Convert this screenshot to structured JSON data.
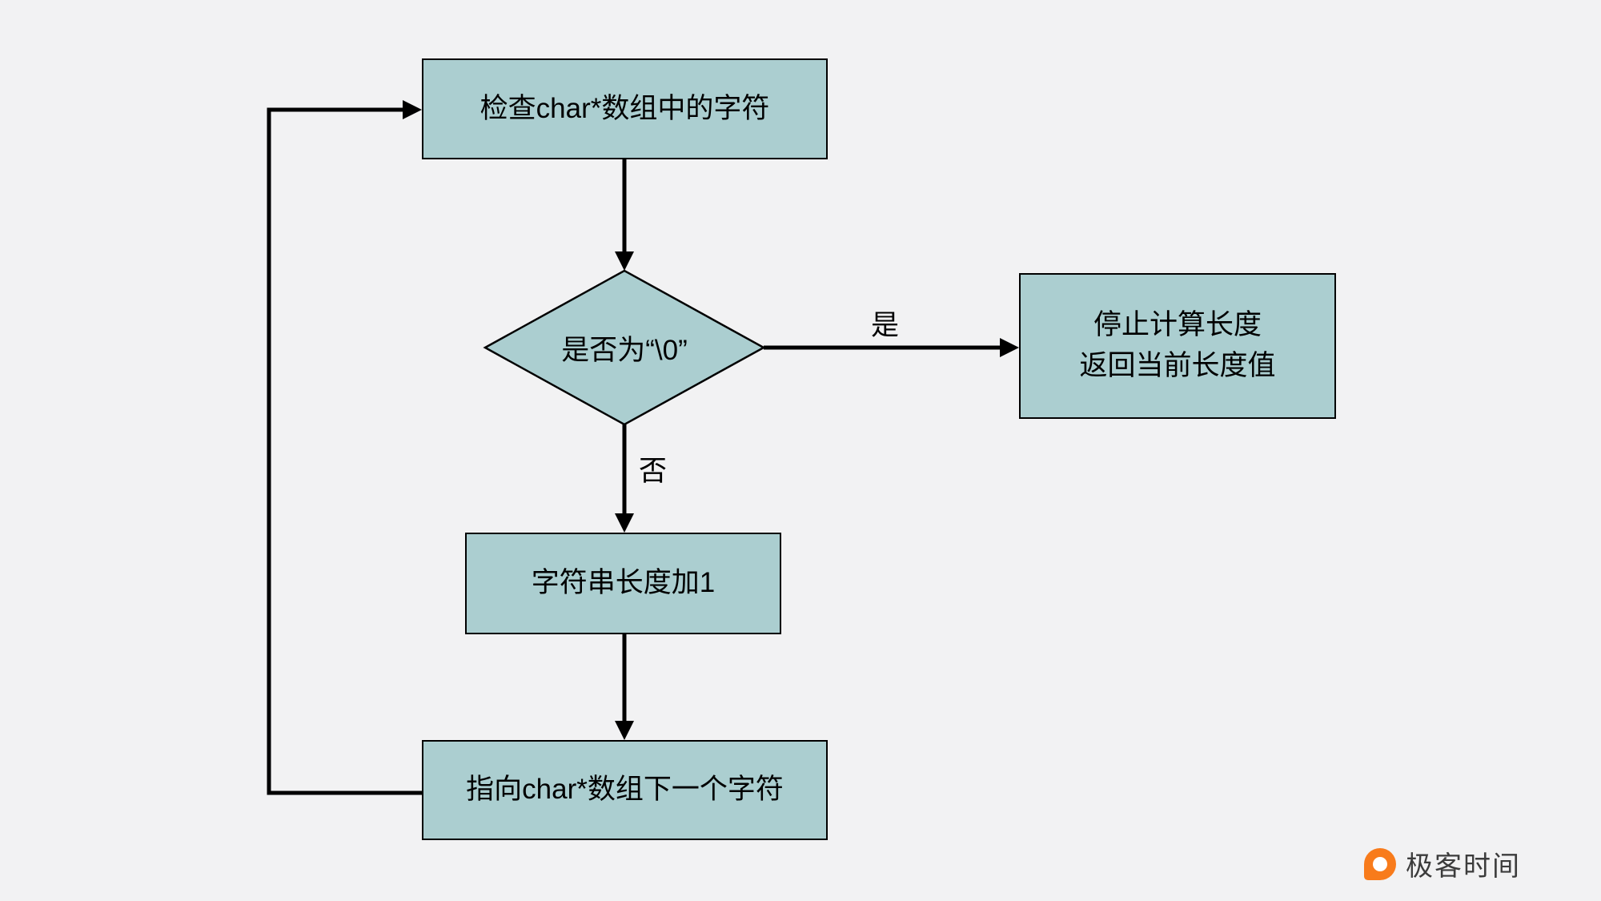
{
  "colors": {
    "background": "#f2f2f3",
    "node_fill": "#abced0",
    "node_border": "#000000",
    "arrow": "#000000",
    "logo_orange": "#f87b1b",
    "logo_text_color": "#3c3c3c"
  },
  "nodes": {
    "check_char": {
      "label": "检查char*数组中的字符"
    },
    "is_null_terminator": {
      "label": "是否为“\\0”"
    },
    "stop_return": {
      "line1": "停止计算长度",
      "line2": "返回当前长度值"
    },
    "increment_length": {
      "label": "字符串长度加1"
    },
    "advance_pointer": {
      "label": "指向char*数组下一个字符"
    }
  },
  "edge_labels": {
    "yes": "是",
    "no": "否"
  },
  "branding": {
    "logo_text": "极客时间"
  }
}
